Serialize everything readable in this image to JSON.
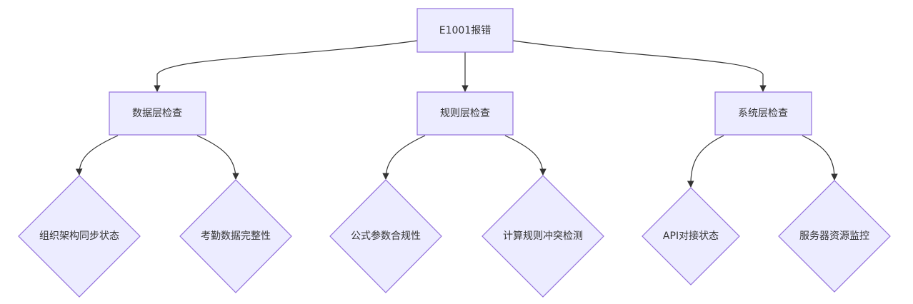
{
  "diagram": {
    "root": {
      "label": "E1001报错"
    },
    "layers": [
      {
        "label": "数据层检查"
      },
      {
        "label": "规则层检查"
      },
      {
        "label": "系统层检查"
      }
    ],
    "checks": [
      {
        "label": "组织架构同步状态"
      },
      {
        "label": "考勤数据完整性"
      },
      {
        "label": "公式参数合规性"
      },
      {
        "label": "计算规则冲突检测"
      },
      {
        "label": "API对接状态"
      },
      {
        "label": "服务器资源监控"
      }
    ],
    "colors": {
      "node_fill": "#ececff",
      "node_stroke": "#9370db",
      "edge": "#333333",
      "text": "#333333"
    }
  }
}
